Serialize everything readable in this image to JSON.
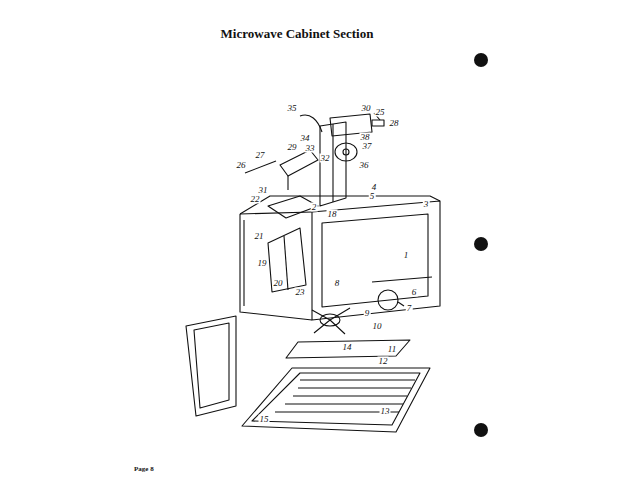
{
  "diagram": {
    "title": "Microwave Cabinet Section",
    "labels": [
      "35",
      "30",
      "25",
      "28",
      "38",
      "34",
      "37",
      "29",
      "33",
      "27",
      "32",
      "26",
      "36",
      "4",
      "31",
      "22",
      "5",
      "3",
      "2",
      "18",
      "21",
      "1",
      "19",
      "20",
      "8",
      "23",
      "6",
      "7",
      "9",
      "10",
      "14",
      "11",
      "12",
      "13",
      "15",
      "Page 8"
    ]
  }
}
